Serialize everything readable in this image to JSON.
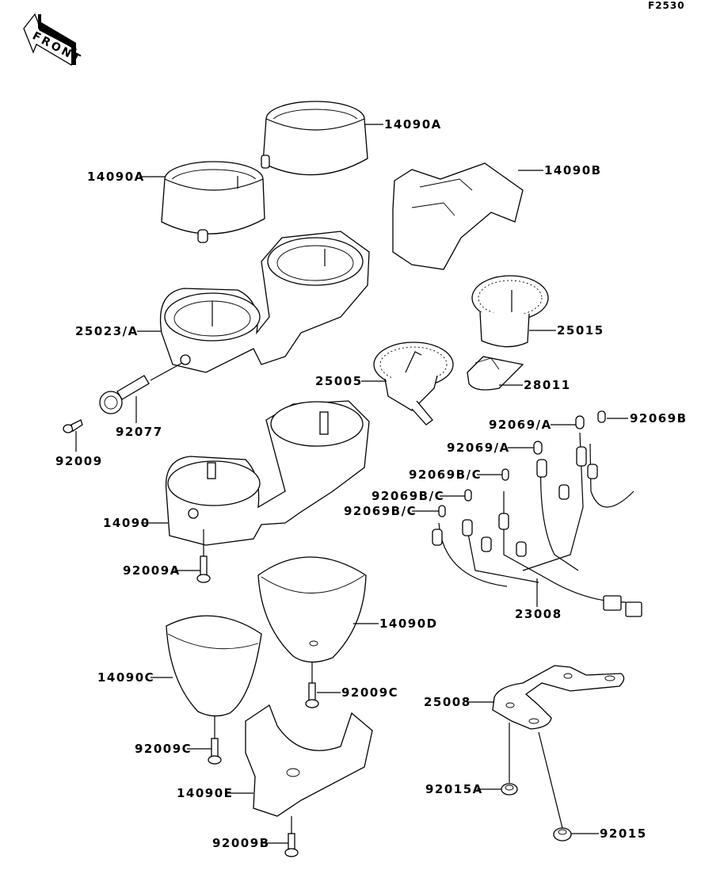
{
  "diagram": {
    "code": "F2530",
    "front_arrow": "FRONT",
    "parts": [
      {
        "id": "p14090A_1",
        "label": "14090A"
      },
      {
        "id": "p14090A_2",
        "label": "14090A"
      },
      {
        "id": "p14090B",
        "label": "14090B"
      },
      {
        "id": "p25023A",
        "label": "25023/A"
      },
      {
        "id": "p25015",
        "label": "25015"
      },
      {
        "id": "p25005",
        "label": "25005"
      },
      {
        "id": "p28011",
        "label": "28011"
      },
      {
        "id": "p92077",
        "label": "92077"
      },
      {
        "id": "p92009",
        "label": "92009"
      },
      {
        "id": "p92069A_1",
        "label": "92069/A"
      },
      {
        "id": "p92069B",
        "label": "92069B"
      },
      {
        "id": "p92069A_2",
        "label": "92069/A"
      },
      {
        "id": "p92069BC_1",
        "label": "92069B/C"
      },
      {
        "id": "p92069BC_2",
        "label": "92069B/C"
      },
      {
        "id": "p92069BC_3",
        "label": "92069B/C"
      },
      {
        "id": "p14090",
        "label": "14090"
      },
      {
        "id": "p92009A",
        "label": "92009A"
      },
      {
        "id": "p23008",
        "label": "23008"
      },
      {
        "id": "p14090D",
        "label": "14090D"
      },
      {
        "id": "p14090C",
        "label": "14090C"
      },
      {
        "id": "p92009C_1",
        "label": "92009C"
      },
      {
        "id": "p92009C_2",
        "label": "92009C"
      },
      {
        "id": "p25008",
        "label": "25008"
      },
      {
        "id": "p14090E",
        "label": "14090E"
      },
      {
        "id": "p92015A",
        "label": "92015A"
      },
      {
        "id": "p92009B",
        "label": "92009B"
      },
      {
        "id": "p92015",
        "label": "92015"
      }
    ]
  }
}
